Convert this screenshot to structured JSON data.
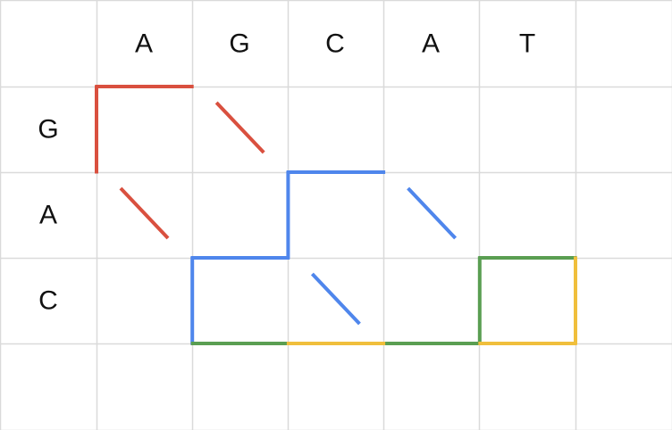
{
  "table": {
    "columns": [
      "",
      "A",
      "G",
      "C",
      "A",
      "T",
      ""
    ],
    "rows": [
      "G",
      "A",
      "C",
      ""
    ]
  },
  "colors": {
    "grid": "#dadada",
    "red": "#d9503f",
    "blue": "#4f86ec",
    "green": "#5a9e52",
    "yellow": "#f0bf3c"
  },
  "paths": [
    {
      "name": "red-path-top-left",
      "color": "red",
      "edges": [
        [
          "v",
          0,
          0
        ],
        [
          "h",
          0,
          0
        ]
      ]
    },
    {
      "name": "red-diagonal-1",
      "color": "red",
      "diag": [
        0,
        1
      ]
    },
    {
      "name": "red-diagonal-2",
      "color": "red",
      "diag": [
        1,
        0
      ]
    },
    {
      "name": "blue-path-step",
      "color": "blue",
      "edges": [
        [
          "h",
          1,
          2
        ],
        [
          "v",
          1,
          2
        ],
        [
          "h",
          2,
          1
        ],
        [
          "v",
          2,
          1
        ]
      ]
    },
    {
      "name": "blue-diagonal-1",
      "color": "blue",
      "diag": [
        1,
        3
      ]
    },
    {
      "name": "blue-diagonal-2",
      "color": "blue",
      "diag": [
        2,
        2
      ]
    },
    {
      "name": "green-path",
      "color": "green",
      "edges": [
        [
          "h",
          3,
          1
        ],
        [
          "h",
          3,
          3
        ],
        [
          "h",
          2,
          4
        ],
        [
          "v",
          2,
          4
        ]
      ]
    },
    {
      "name": "yellow-path",
      "color": "yellow",
      "edges": [
        [
          "h",
          3,
          2
        ],
        [
          "h",
          3,
          4
        ],
        [
          "v",
          2,
          5
        ]
      ]
    }
  ]
}
